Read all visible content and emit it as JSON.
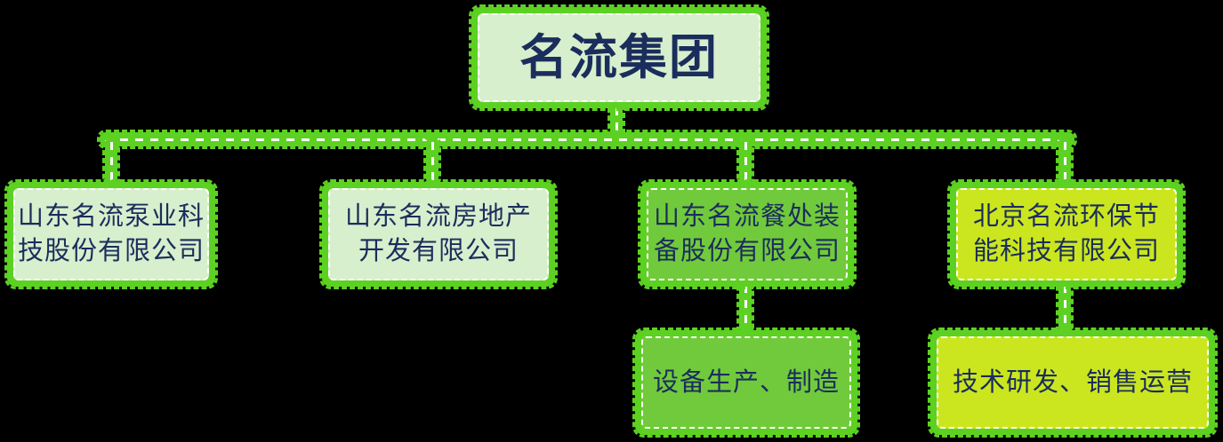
{
  "diagram": {
    "type": "org-chart",
    "root": {
      "label": "名流集团"
    },
    "children": [
      {
        "label": "山东名流泵业科\n技股份有限公司",
        "variant": "pale"
      },
      {
        "label": "山东名流房地产\n开发有限公司",
        "variant": "pale"
      },
      {
        "label": "山东名流餐处装\n备股份有限公司",
        "variant": "green",
        "sub": {
          "label": "设备生产、制造",
          "variant": "green"
        }
      },
      {
        "label": "北京名流环保节\n能科技有限公司",
        "variant": "yellow",
        "sub": {
          "label": "技术研发、销售运营",
          "variant": "yellow"
        }
      }
    ]
  },
  "colors": {
    "background": "#000000",
    "line_green": "#5cd122",
    "fill_pale": "#d7efcd",
    "fill_green": "#71ca3b",
    "fill_yellow": "#cbe61f",
    "dash_white": "#ffffff",
    "text_navy": "#1b2d5c"
  }
}
